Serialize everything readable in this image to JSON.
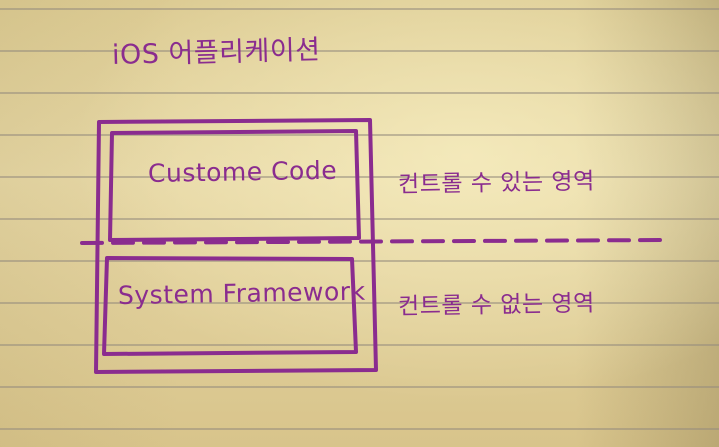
{
  "title": "iOS 어플리케이션",
  "layers": {
    "upper": {
      "label": "Custome Code",
      "note": "컨트롤 수 있는 영역"
    },
    "lower": {
      "label": "System Framework",
      "note": "컨트롤 수 없는 영역"
    }
  },
  "colors": {
    "ink": "#8a2c8f",
    "paper": "#e4d49f",
    "rule_lines": "#968c7d"
  }
}
